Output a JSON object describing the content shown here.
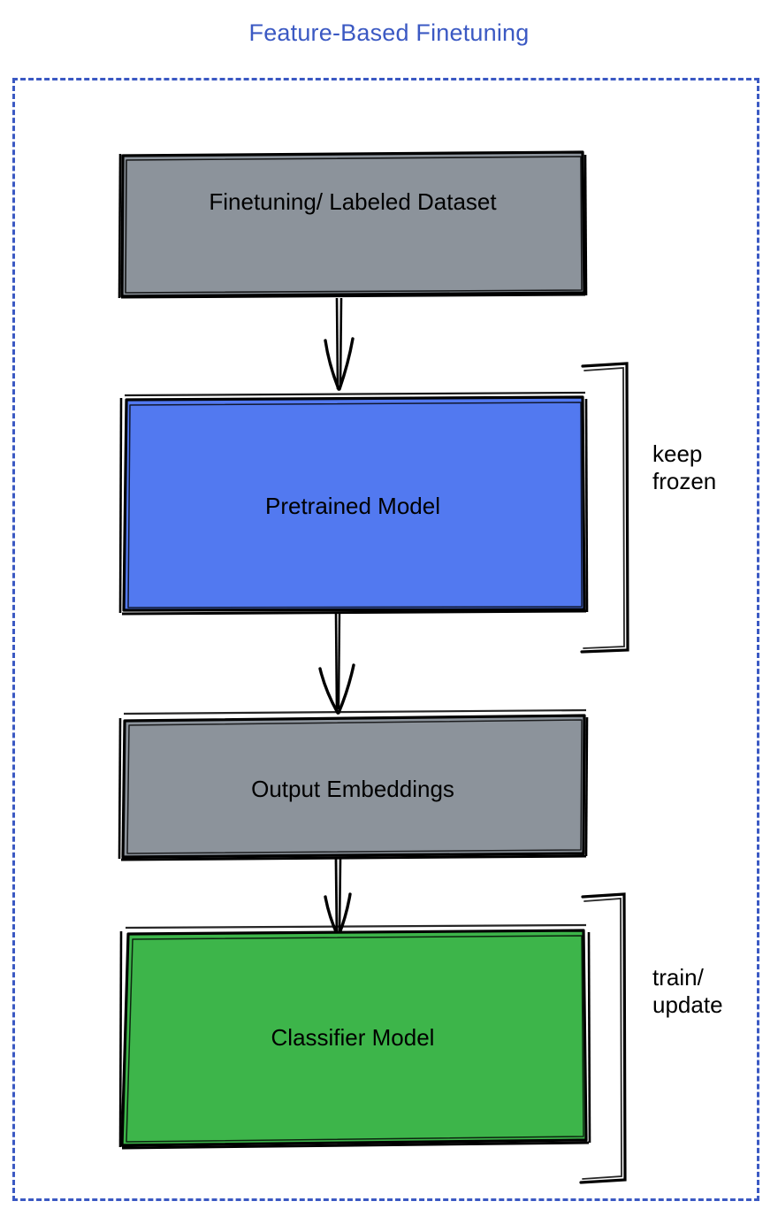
{
  "diagram": {
    "title": "Feature-Based Finetuning",
    "title_color": "#3B59C3",
    "frame": {
      "style": "dashed",
      "color": "#3B59C3"
    },
    "nodes": [
      {
        "id": "finetuning-dataset",
        "label": "Finetuning/ Labeled Dataset",
        "fill": "#8C939B",
        "stroke": "#000000",
        "text_color": "#000000"
      },
      {
        "id": "pretrained-model",
        "label": "Pretrained Model",
        "fill": "#5279F0",
        "stroke": "#000000",
        "text_color": "#000000"
      },
      {
        "id": "output-embeddings",
        "label": "Output Embeddings",
        "fill": "#8C939B",
        "stroke": "#000000",
        "text_color": "#000000"
      },
      {
        "id": "classifier-model",
        "label": "Classifier Model",
        "fill": "#3DB54A",
        "stroke": "#000000",
        "text_color": "#000000"
      }
    ],
    "edges": [
      {
        "id": "dataset-to-pretrained",
        "from": "finetuning-dataset",
        "to": "pretrained-model",
        "style": "arrow-down"
      },
      {
        "id": "pretrained-to-embeddings",
        "from": "pretrained-model",
        "to": "output-embeddings",
        "style": "arrow-down"
      },
      {
        "id": "embeddings-to-classifier",
        "from": "output-embeddings",
        "to": "classifier-model",
        "style": "arrow-down"
      }
    ],
    "annotations": [
      {
        "id": "keep-frozen",
        "text": "keep\nfrozen",
        "target": "pretrained-model",
        "bracket": "right"
      },
      {
        "id": "train-update",
        "text": "train/\nupdate",
        "target": "classifier-model",
        "bracket": "right"
      }
    ]
  }
}
